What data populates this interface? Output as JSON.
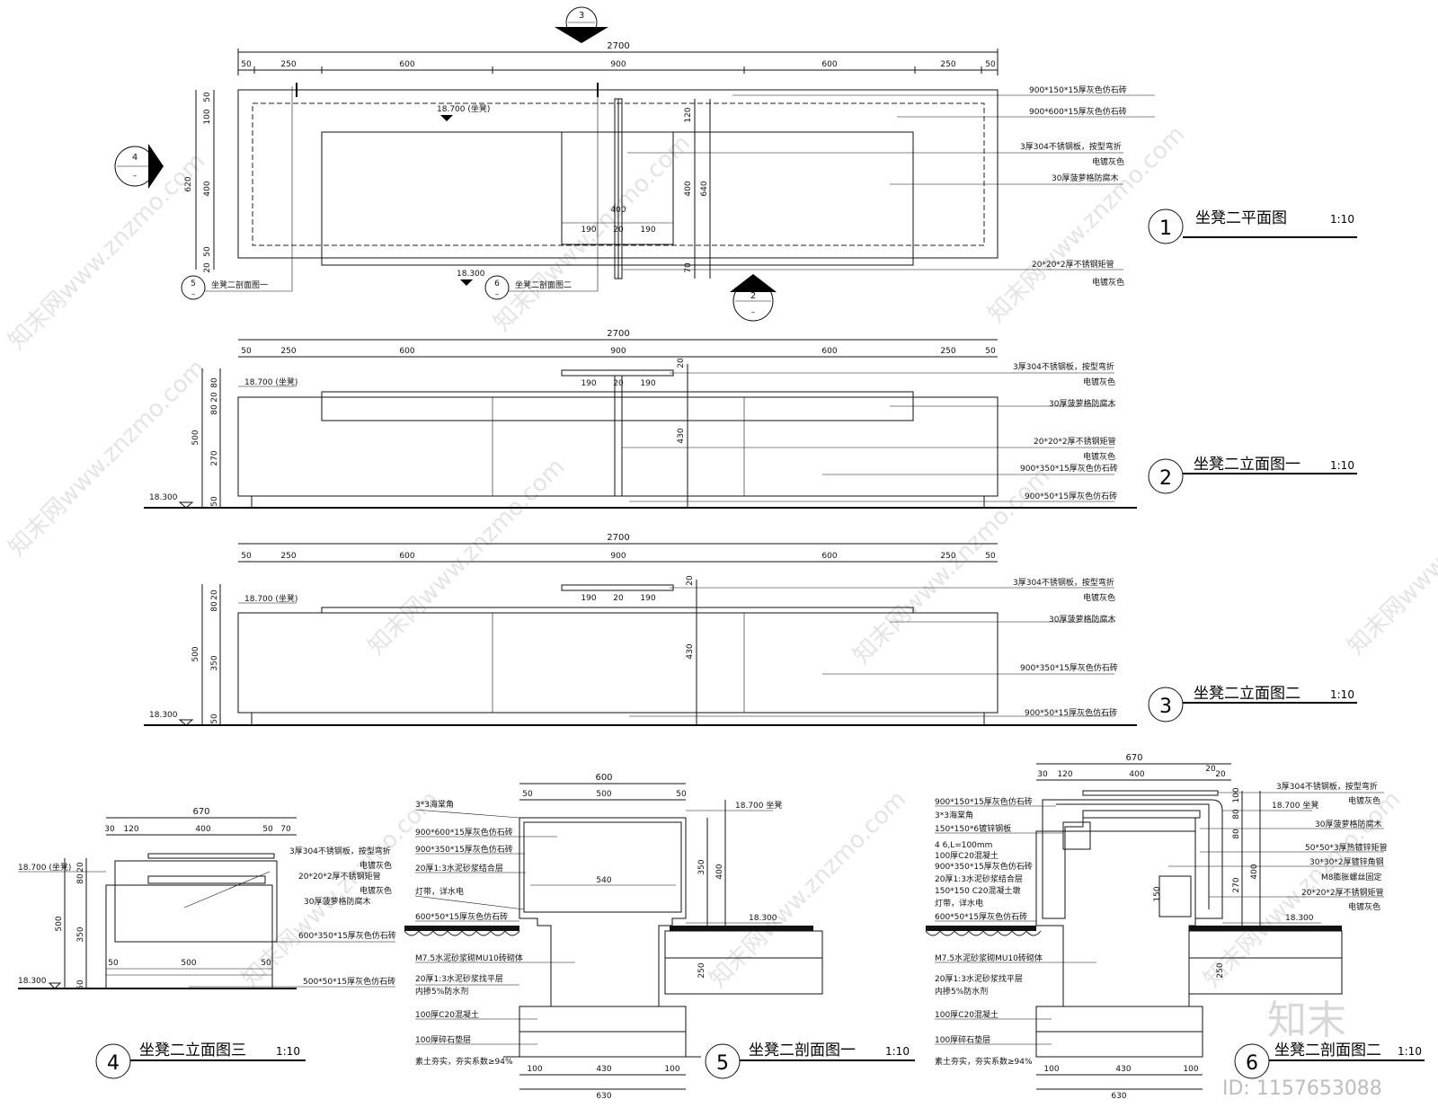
{
  "dims": {
    "total": "2700",
    "segments": [
      "50",
      "250",
      "600",
      "900",
      "600",
      "250",
      "50"
    ],
    "plan_left": [
      "50",
      "100",
      "400",
      "50",
      "20"
    ],
    "plan_left_total": "620",
    "plan_mid": [
      "120",
      "400",
      "70"
    ],
    "plan_mid_total": "640",
    "plan_inner": [
      "400",
      "190",
      "20",
      "190"
    ],
    "elev1_left": [
      "80",
      "20",
      "80",
      "270",
      "50"
    ],
    "elev1_total": "500",
    "elev1_mid": [
      "20",
      "430"
    ],
    "elev2_left": [
      "20",
      "80",
      "350",
      "50"
    ],
    "elev2_total": "500",
    "elev2_mid": [
      "20",
      "430"
    ],
    "top_tube": [
      "190",
      "20",
      "190"
    ],
    "e3_top": [
      "670",
      "30",
      "120",
      "400",
      "50",
      "70"
    ],
    "e3_left": [
      "20",
      "80",
      "350",
      "50",
      "500"
    ],
    "e3_bottom": [
      "50",
      "500",
      "50"
    ],
    "s1_top": [
      "600",
      "50",
      "500",
      "50"
    ],
    "s1_inner": "540",
    "s1_right": [
      "350",
      "400",
      "250"
    ],
    "s1_bottom": [
      "100",
      "430",
      "100",
      "630"
    ],
    "s2_top": [
      "670",
      "20",
      "30",
      "120",
      "400",
      "20"
    ],
    "s2_right": [
      "100",
      "80",
      "80",
      "270",
      "400",
      "150",
      "250"
    ],
    "s2_bottom": [
      "100",
      "430",
      "100",
      "630"
    ]
  },
  "levels": {
    "seat": "18.700 (坐凳)",
    "seat2": "18.700 坐凳",
    "ground": "18.300"
  },
  "markers": {
    "m1": "1",
    "m2": "2",
    "m3": "3",
    "m4": "4",
    "m5": "5",
    "m6": "6",
    "dash": "–"
  },
  "plan": {
    "title": "坐凳二平面图",
    "scale": "1:10",
    "callouts": [
      "900*150*15厚灰色仿石砖",
      "900*600*15厚灰色仿石砖",
      "3厚304不锈钢板，按型弯折",
      "电镀灰色",
      "30厚菠萝格防腐木",
      "20*20*2厚不锈钢矩管",
      "电镀灰色"
    ],
    "section_refs": [
      "坐凳二剖面图一",
      "坐凳二剖面图二"
    ]
  },
  "elev1": {
    "title": "坐凳二立面图一",
    "scale": "1:10",
    "callouts": [
      "3厚304不锈钢板，按型弯折",
      "电镀灰色",
      "30厚菠萝格防腐木",
      "20*20*2厚不锈钢矩管",
      "电镀灰色",
      "900*350*15厚灰色仿石砖",
      "900*50*15厚灰色仿石砖"
    ]
  },
  "elev2": {
    "title": "坐凳二立面图二",
    "scale": "1:10",
    "callouts": [
      "3厚304不锈钢板，按型弯折",
      "电镀灰色",
      "30厚菠萝格防腐木",
      "900*350*15厚灰色仿石砖",
      "900*50*15厚灰色仿石砖"
    ]
  },
  "elev3": {
    "title": "坐凳二立面图三",
    "scale": "1:10",
    "callouts": [
      "3厚304不锈钢板，按型弯折",
      "电镀灰色",
      "20*20*2厚不锈钢矩管",
      "电镀灰色",
      "30厚菠萝格防腐木",
      "600*350*15厚灰色仿石砖",
      "500*50*15厚灰色仿石砖"
    ]
  },
  "sect1": {
    "title": "坐凳二剖面图一",
    "scale": "1:10",
    "callouts": [
      "3*3海棠角",
      "900*600*15厚灰色仿石砖",
      "900*350*15厚灰色仿石砖",
      "20厚1:3水泥砂浆结合层",
      "灯带，详水电",
      "600*50*15厚灰色仿石砖",
      "M7.5水泥砂浆砌MU10砖砌体",
      "20厚1:3水泥砂浆找平层",
      "内掺5%防水剂",
      "100厚C20混凝土",
      "100厚碎石垫层",
      "素土夯实，夯实系数≥94%"
    ]
  },
  "sect2": {
    "title": "坐凳二剖面图二",
    "scale": "1:10",
    "callouts_left": [
      "900*150*15厚灰色仿石砖",
      "3*3海棠角",
      "150*150*6镀锌钢板",
      "4  6,L=100mm",
      "100厚C20混凝土",
      "900*350*15厚灰色仿石砖",
      "20厚1:3水泥砂浆结合层",
      "150*150 C20混凝土墩",
      "灯带，详水电",
      "600*50*15厚灰色仿石砖",
      "M7.5水泥砂浆砌MU10砖砌体",
      "20厚1:3水泥砂浆找平层",
      "内掺5%防水剂",
      "100厚C20混凝土",
      "100厚碎石垫层",
      "素土夯实，夯实系数≥94%"
    ],
    "callouts_right": [
      "3厚304不锈钢板，按型弯折",
      "电镀灰色",
      "30厚菠萝格防腐木",
      "50*50*3厚热镀锌矩管",
      "30*30*2厚镀锌角钢",
      "M8膨胀螺丝固定",
      "20*20*2厚不锈钢矩管",
      "电镀灰色"
    ]
  },
  "watermark": {
    "site": "知末网www.znzmo.com",
    "brand": "知末",
    "id": "ID: 1157653088"
  }
}
